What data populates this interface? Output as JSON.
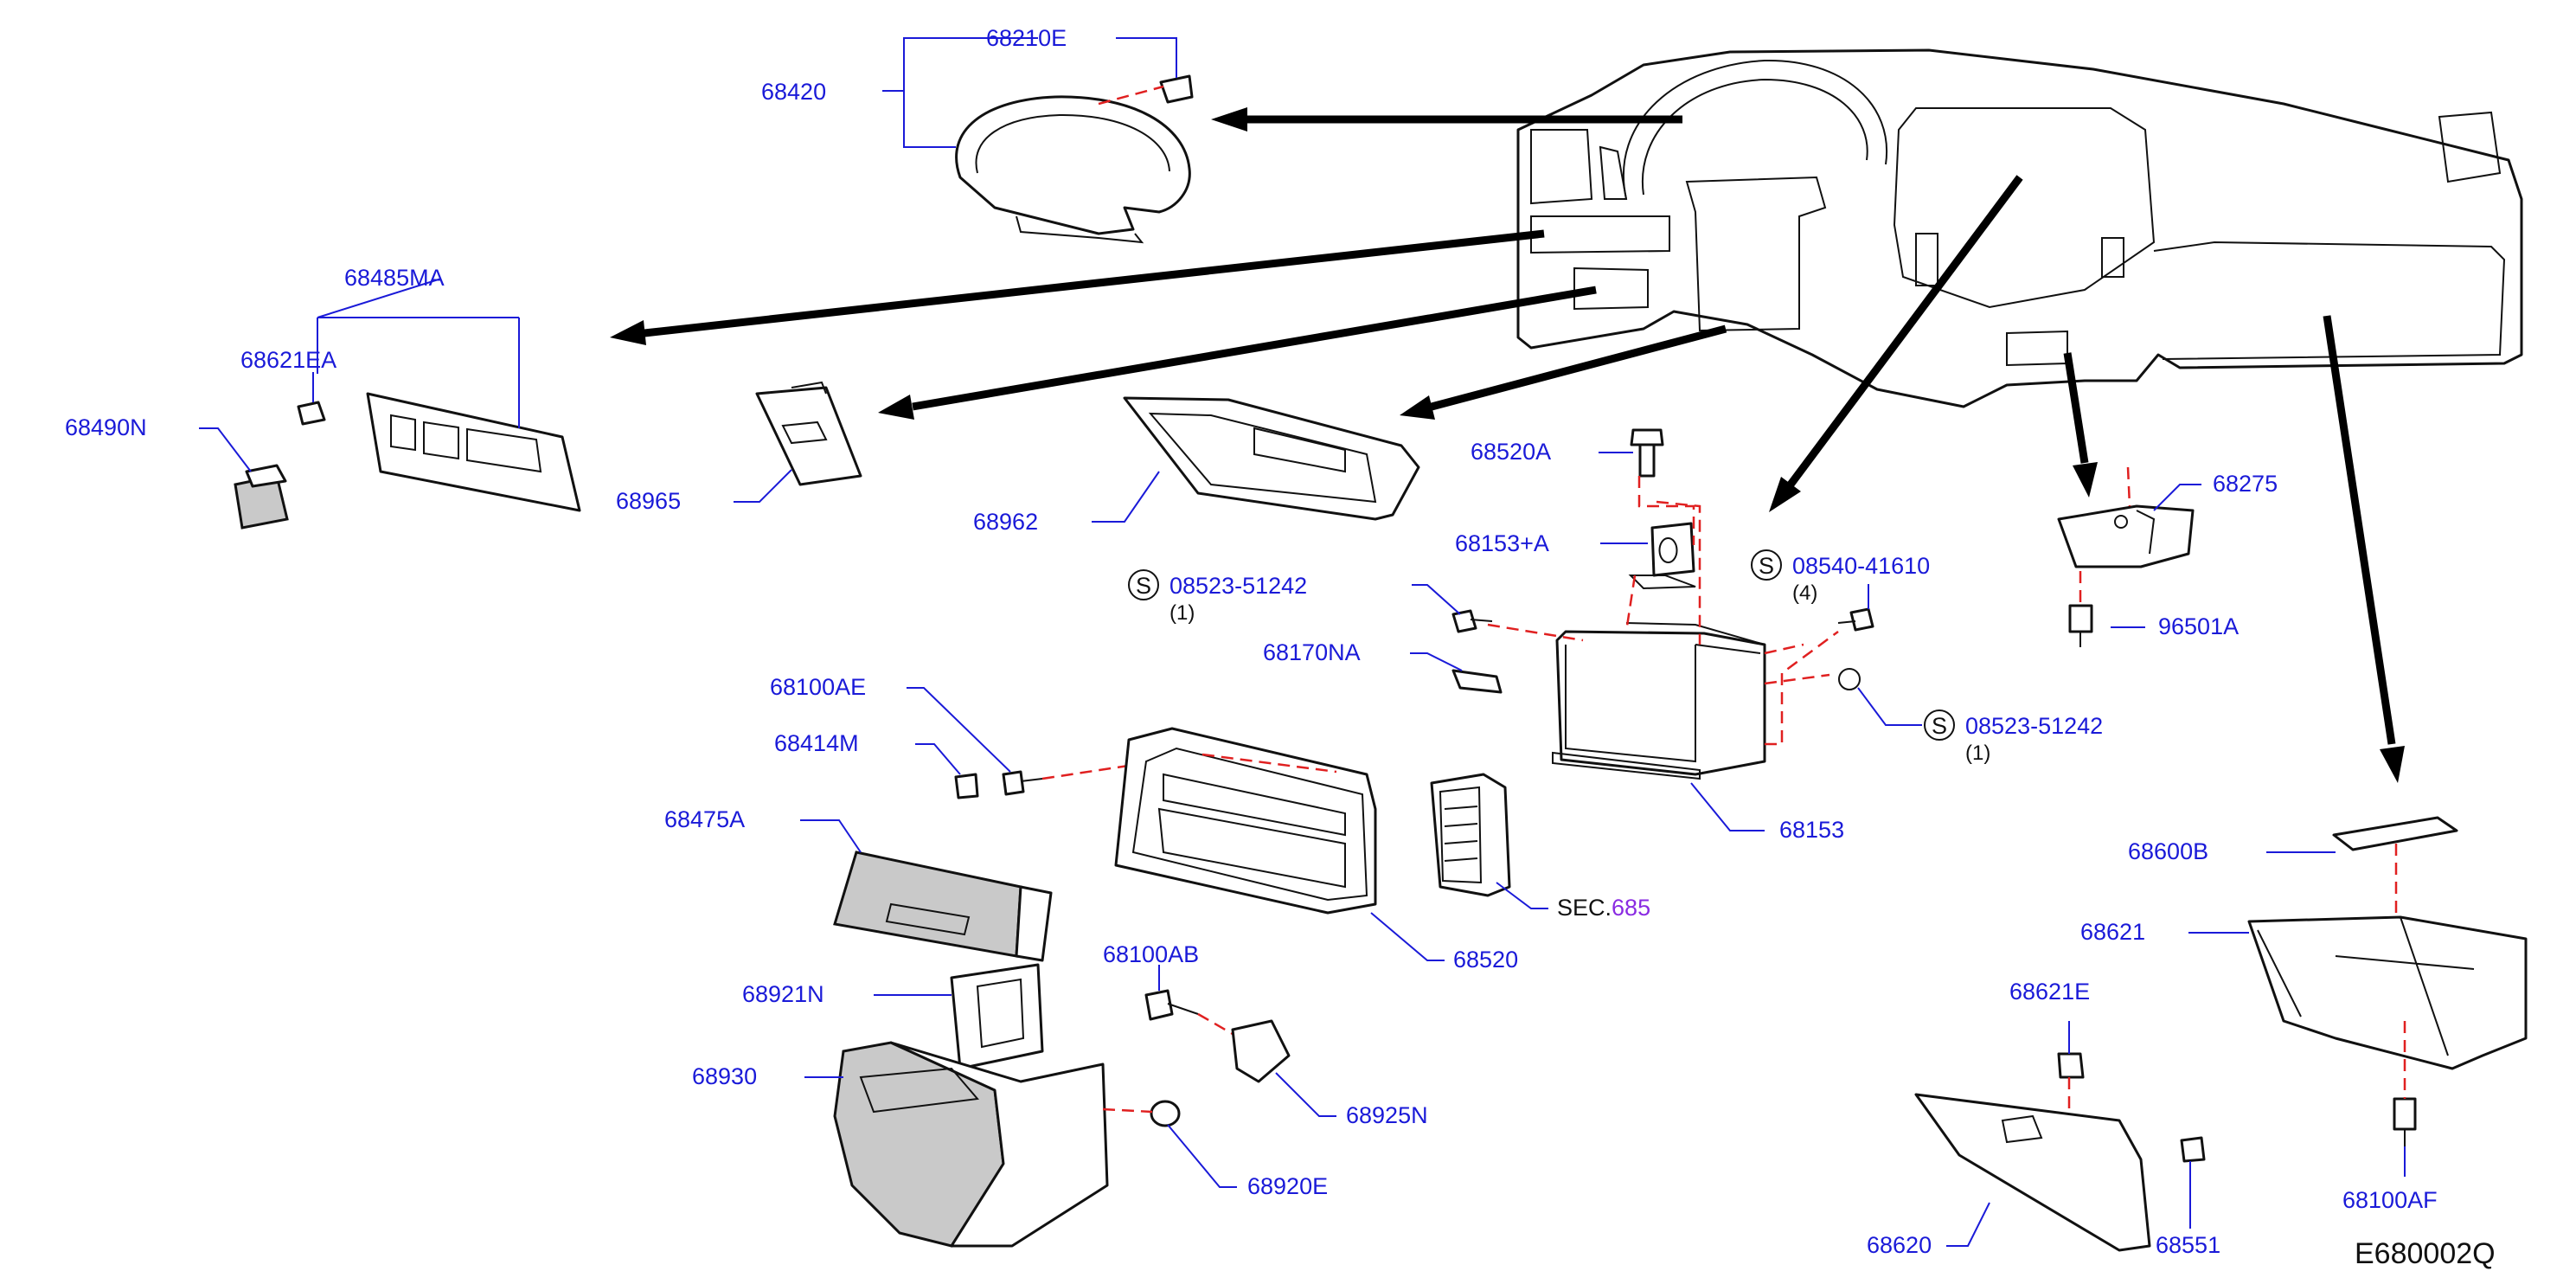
{
  "diagram": {
    "code": "E680002Q",
    "labels": {
      "p68210E": "68210E",
      "p68420": "68420",
      "p68485MA": "68485MA",
      "p68621EA": "68621EA",
      "p68490N": "68490N",
      "p68965": "68965",
      "p68962": "68962",
      "p68520A": "68520A",
      "p68153A": "68153+A",
      "p68153": "68153",
      "p68275": "68275",
      "p96501A": "96501A",
      "p68475A": "68475A",
      "p68414M": "68414M",
      "p68100AE": "68100AE",
      "p68170NA": "68170NA",
      "p68520": "68520",
      "p68921N": "68921N",
      "p68930": "68930",
      "p68100AB": "68100AB",
      "p68925N": "68925N",
      "p68920E": "68920E",
      "p68600B": "68600B",
      "p68621": "68621",
      "p68621E": "68621E",
      "p68620": "68620",
      "p68551": "68551",
      "p68100AF": "68100AF"
    },
    "sec_label": {
      "prefix": "SEC.",
      "number": "685"
    },
    "fasteners": [
      {
        "symbol": "S",
        "part": "08523-51242",
        "qty": "(1)"
      },
      {
        "symbol": "S",
        "part": "08540-41610",
        "qty": "(4)"
      },
      {
        "symbol": "S",
        "part": "08523-51242",
        "qty": "(1)"
      }
    ],
    "colors": {
      "label": "#1a1ad8",
      "dash": "#e02020",
      "sec_number": "#8a2be2"
    }
  }
}
